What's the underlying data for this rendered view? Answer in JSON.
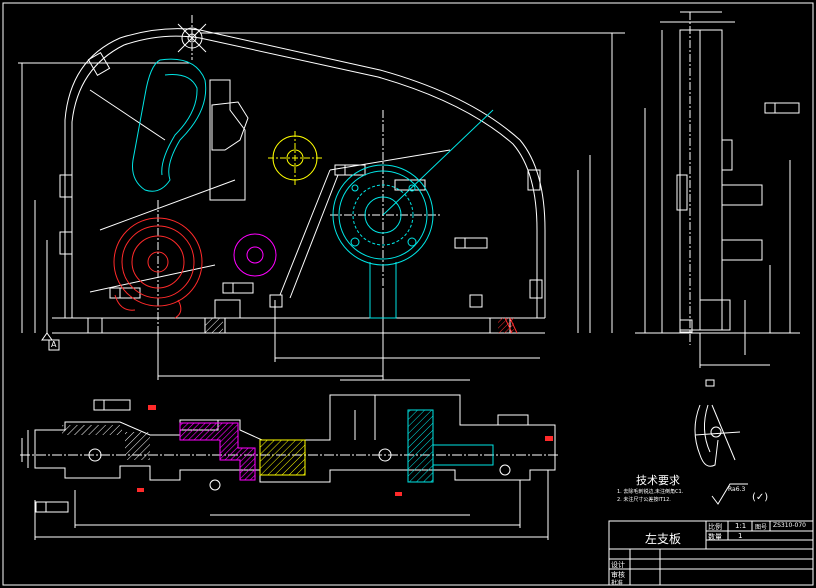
{
  "title_block": {
    "part_name": "左支板",
    "ratio_label": "比例",
    "ratio_value": "1:1",
    "drawing_no_label": "图号",
    "drawing_no": "ZS310-070",
    "qty_label": "数量",
    "qty_value": "1",
    "designer_label": "设计",
    "checker_label": "审核",
    "approver_label": "批准"
  },
  "technical_requirements": {
    "title": "技术要求",
    "lines": [
      "1. 去除毛刺锐边,未注倒角C1.",
      "2. 未注尺寸公差按IT12."
    ]
  },
  "roughness": {
    "default_value": "Ra6.3",
    "paren": "(✓)"
  },
  "datum": {
    "letter": "A"
  },
  "colors": {
    "background": "#000000",
    "line": "#ffffff",
    "cyan": "#00e5e5",
    "red": "#ff2a2a",
    "yellow": "#ffff00",
    "magenta": "#ff00ff",
    "hatch_magenta": "#c000c0"
  }
}
